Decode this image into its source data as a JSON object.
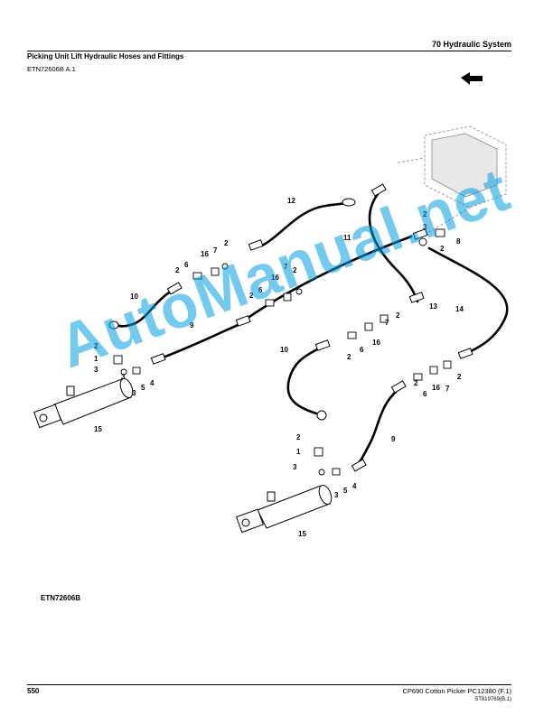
{
  "header": {
    "section": "70  Hydraulic  System"
  },
  "page": {
    "title": "Picking Unit Lift Hydraulic Hoses and Fittings",
    "ref": "ETN72606B  A.1"
  },
  "figure": {
    "code": "ETN72606B",
    "callouts": {
      "c1": "1",
      "c2": "2",
      "c3": "3",
      "c4": "4",
      "c5": "5",
      "c6": "6",
      "c7": "7",
      "c8": "8",
      "c9": "9",
      "c10": "10",
      "c11": "11",
      "c12": "12",
      "c13": "13",
      "c14": "14",
      "c15": "15",
      "c16": "16"
    }
  },
  "footer": {
    "page_number": "550",
    "product": "CP690 Cotton Picker    PC12380    (F.1)",
    "code": "ST819769(B.1)"
  },
  "watermark": "AutoManual.net",
  "colors": {
    "watermark": "#009EE0"
  }
}
